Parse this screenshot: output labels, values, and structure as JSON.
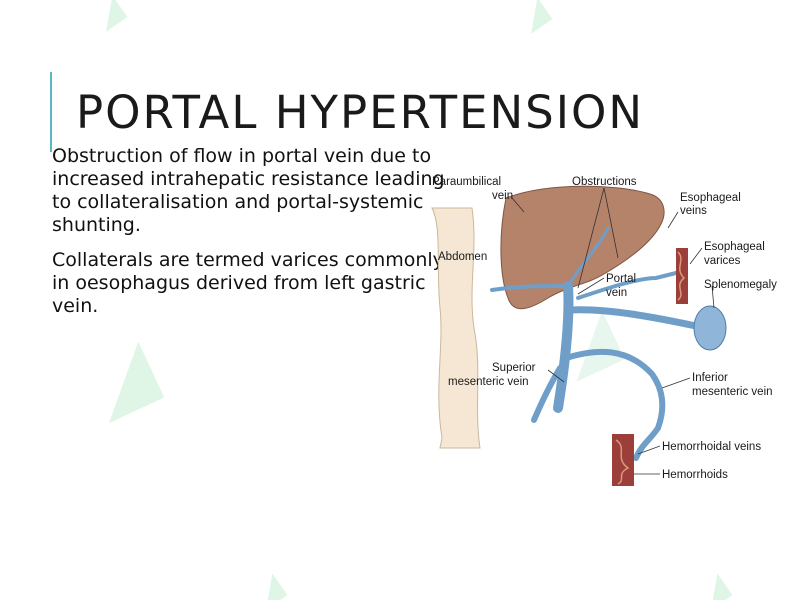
{
  "slide": {
    "title": "PORTAL HYPERTENSION",
    "paragraphs": [
      "Obstruction of flow in portal vein due to increased intrahepatic resistance leading to collateralisation and portal-systemic shunting.",
      "Collaterals are termed varices commonly in oesophagus derived from left gastric vein."
    ],
    "accent_color": "#5bb7c4",
    "watermark_color": "#dff5e6"
  },
  "diagram": {
    "labels": {
      "paraumbilical_1": "Paraumbilical",
      "paraumbilical_2": "vein",
      "obstructions": "Obstructions",
      "esophageal_veins_1": "Esophageal",
      "esophageal_veins_2": "veins",
      "abdomen": "Abdomen",
      "esophageal_varices_1": "Esophageal",
      "esophageal_varices_2": "varices",
      "portal_vein_1": "Portal",
      "portal_vein_2": "vein",
      "splenomegaly": "Splenomegaly",
      "superior_mesenteric_1": "Superior",
      "superior_mesenteric_2": "mesenteric vein",
      "inferior_mesenteric_1": "Inferior",
      "inferior_mesenteric_2": "mesenteric vein",
      "hemorrhoidal_veins": "Hemorrhoidal veins",
      "hemorrhoids": "Hemorrhoids"
    },
    "colors": {
      "liver": "#b5826a",
      "vein": "#6f9fc8",
      "abdomen": "#f5e7d3",
      "varices": "#9c3f3a"
    }
  }
}
